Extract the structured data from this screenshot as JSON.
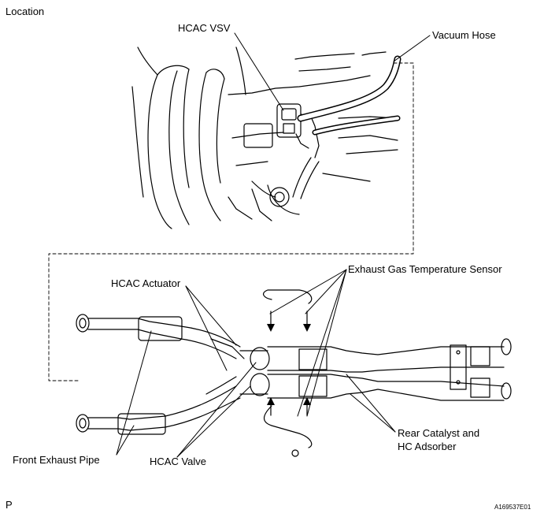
{
  "title": "Location",
  "labels": {
    "hcac_vsv": "HCAC VSV",
    "vacuum_hose": "Vacuum Hose",
    "exhaust_gas_temp_sensor": "Exhaust Gas Temperature Sensor",
    "hcac_actuator": "HCAC Actuator",
    "rear_catalyst_line1": "Rear Catalyst and",
    "rear_catalyst_line2": "HC Adsorber",
    "front_exhaust_pipe": "Front Exhaust Pipe",
    "hcac_valve": "HCAC Valve"
  },
  "footer": {
    "page_mark": "P",
    "figure_id": "A169537E01"
  }
}
